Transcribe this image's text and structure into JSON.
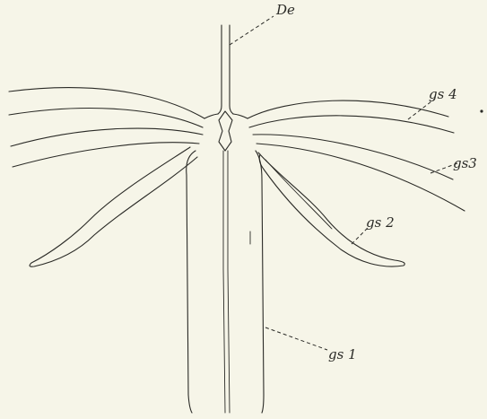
{
  "labels": {
    "de": "De",
    "gs4": "gs 4",
    "gs3": "gs3",
    "gs2": "gs 2",
    "gs1": "gs 1"
  },
  "colors": {
    "paper": "#f6f5e8",
    "ink": "#2a2a26"
  }
}
